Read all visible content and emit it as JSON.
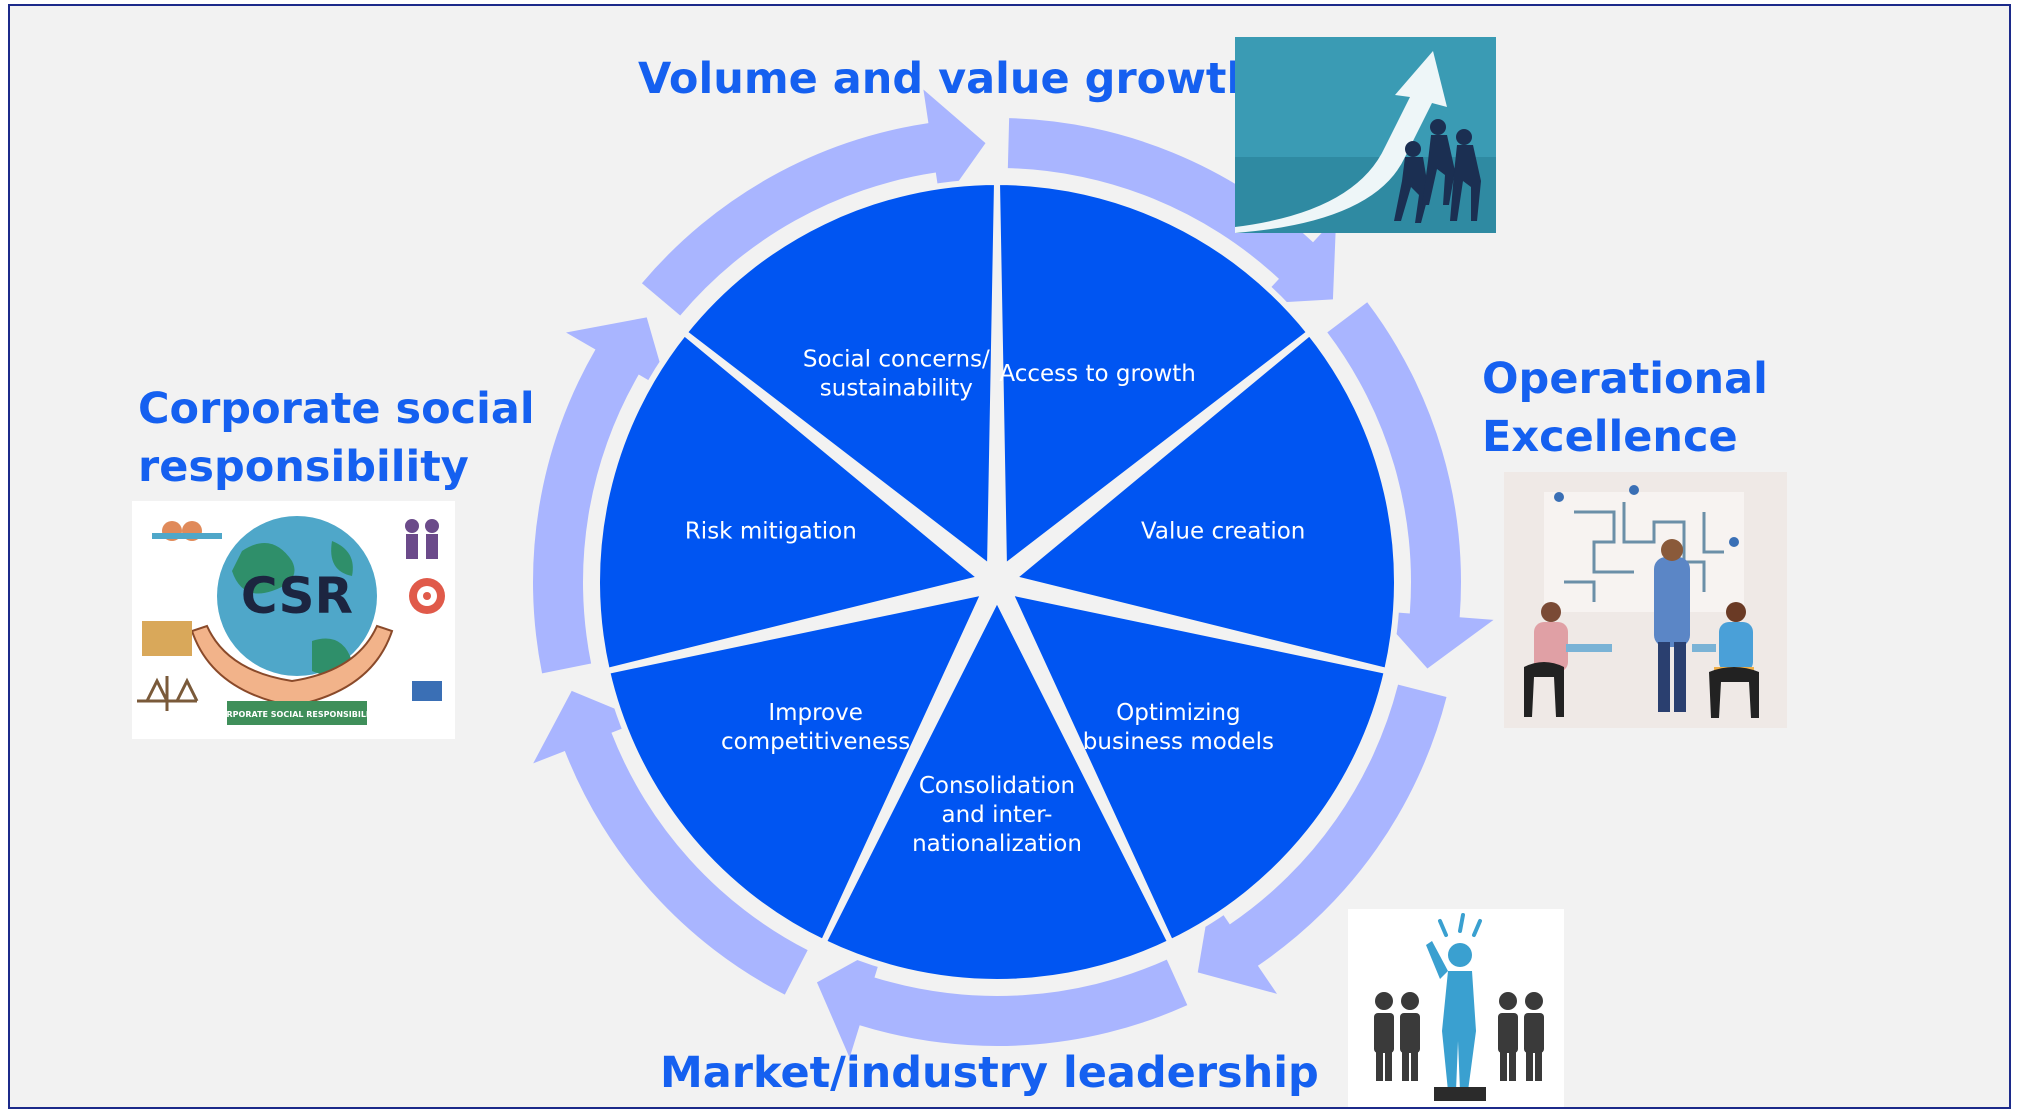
{
  "headings": {
    "top": "Volume and value growth",
    "right": "Operational Excellence",
    "left": "Corporate social responsibility",
    "bottom": "Market/industry leadership"
  },
  "segments": [
    {
      "label_lines": [
        "Access to growth"
      ]
    },
    {
      "label_lines": [
        "Value creation"
      ]
    },
    {
      "label_lines": [
        "Optimizing",
        "business models"
      ]
    },
    {
      "label_lines": [
        "Consolidation",
        "and inter-",
        "nationalization"
      ]
    },
    {
      "label_lines": [
        "Improve",
        "competitiveness"
      ]
    },
    {
      "label_lines": [
        "Risk mitigation"
      ]
    },
    {
      "label_lines": [
        "Social concerns/",
        "sustainability"
      ]
    }
  ],
  "images": {
    "growth": {
      "icon": "growth-arrow-team-icon"
    },
    "operational": {
      "icon": "team-maze-planning-icon"
    },
    "csr": {
      "icon": "csr-globe-hands-icon",
      "badge_text": "CSR",
      "banner_text": "CORPORATE SOCIAL RESPONSIBILITY"
    },
    "leadership": {
      "icon": "leader-group-icon"
    }
  },
  "colors": {
    "heading": "#1560f0",
    "segment_fill": "#0055f2",
    "segment_text": "#ffffff",
    "arrow_ring": "#a9b5ff",
    "background": "#f2f2f2",
    "frame_border": "#1c2a8a"
  }
}
